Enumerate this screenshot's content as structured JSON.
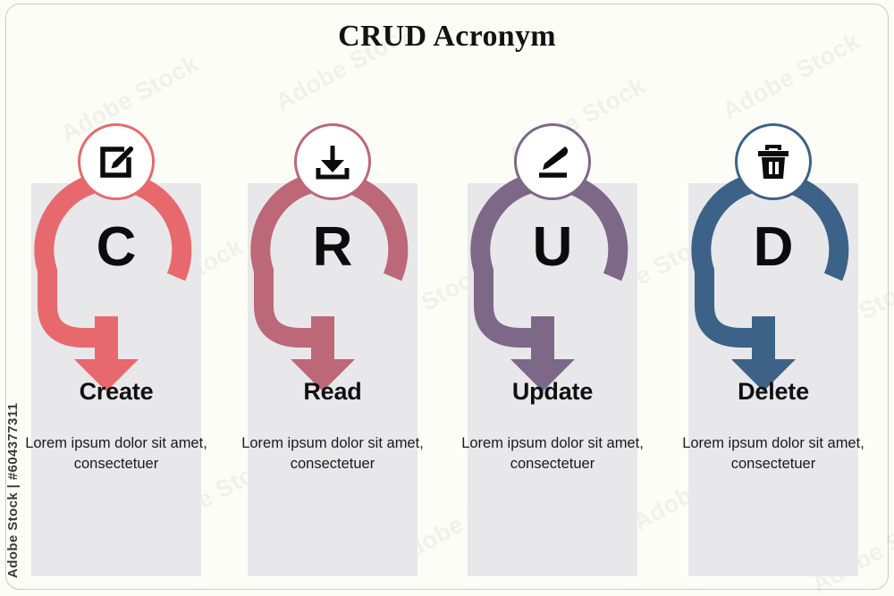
{
  "page": {
    "title": "CRUD Acronym",
    "background_color": "#fdfdf8",
    "panel_color": "#e8e8ea",
    "watermark_label": "Adobe Stock | #604377311",
    "watermark_tile_text": "Adobe Stock"
  },
  "columns": [
    {
      "letter": "C",
      "heading": "Create",
      "description": "Lorem ipsum dolor sit amet, consectetuer",
      "color": "#e8696d",
      "icon": "pencil-square-icon"
    },
    {
      "letter": "R",
      "heading": "Read",
      "description": "Lorem ipsum dolor sit amet, consectetuer",
      "color": "#bc6878",
      "icon": "download-tray-icon"
    },
    {
      "letter": "U",
      "heading": "Update",
      "description": "Lorem ipsum dolor sit amet, consectetuer",
      "color": "#7d6888",
      "icon": "pen-underline-icon"
    },
    {
      "letter": "D",
      "heading": "Delete",
      "description": "Lorem ipsum dolor sit amet, consectetuer",
      "color": "#3d6287",
      "icon": "trash-can-icon"
    }
  ]
}
